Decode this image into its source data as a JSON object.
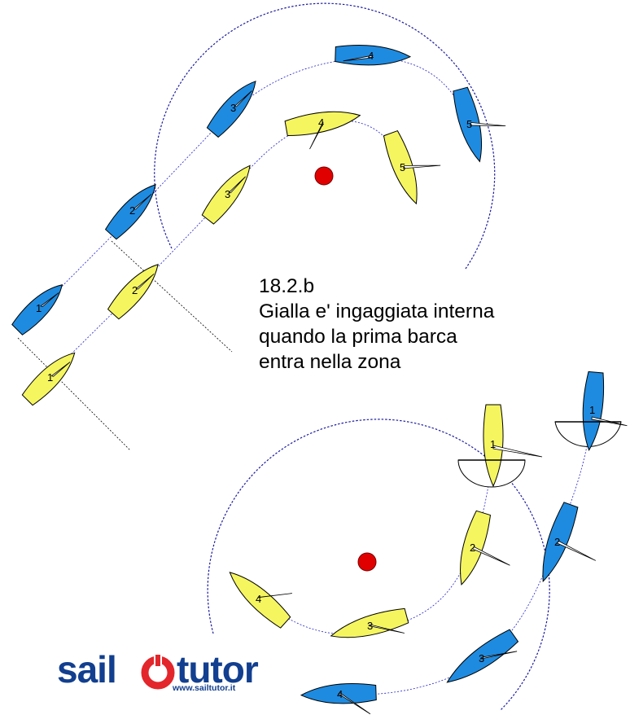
{
  "caption": {
    "rule": "18.2.b",
    "line1": "Gialla e' ingaggiata interna",
    "line2": "quando la prima barca",
    "line3": "entra nella zona"
  },
  "logo": {
    "word_left": "sail",
    "word_right": "tutor",
    "url": "www.sailtutor.it"
  },
  "colors": {
    "blue_boat": "#1f8be0",
    "yellow_boat": "#f5f560",
    "mark": "#e00000",
    "zone_circle": "#1a1aa0",
    "logo_blue": "#123f8f",
    "logo_red": "#e3262b"
  },
  "boat_labels": [
    "1",
    "2",
    "3",
    "4",
    "5"
  ]
}
